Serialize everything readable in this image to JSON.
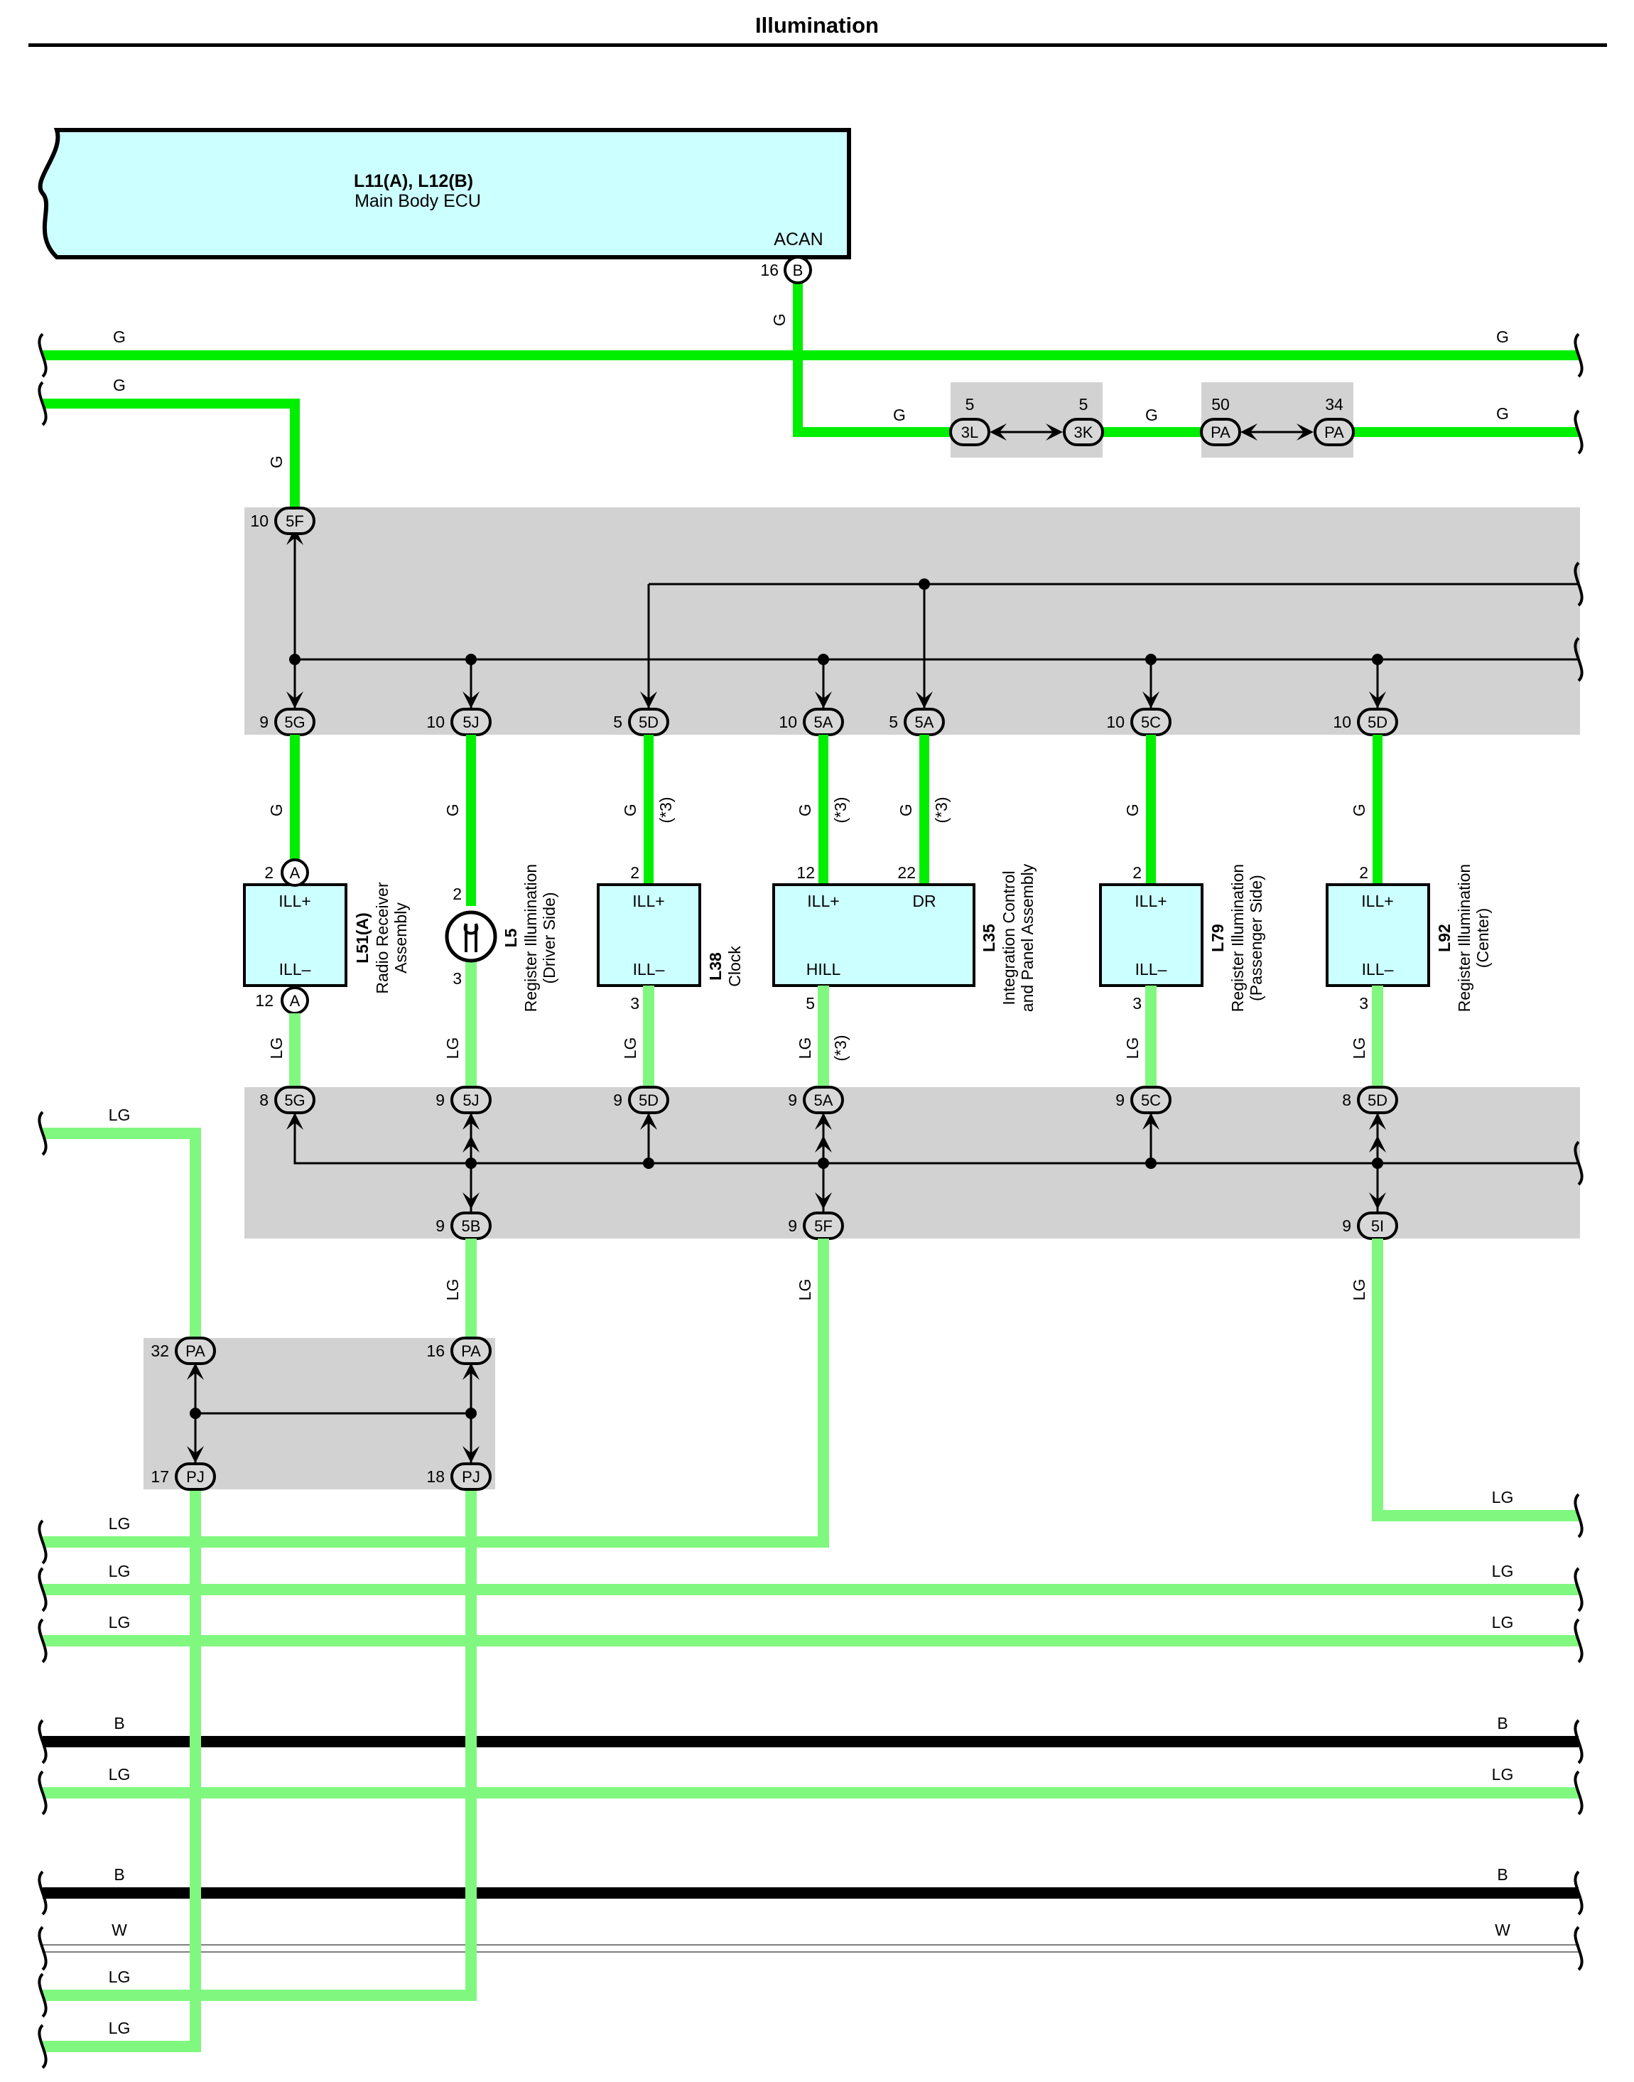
{
  "title": "Illumination",
  "colors": {
    "G": "#00ee00",
    "LG": "#80f880",
    "B": "#000000",
    "W": "#ffffff",
    "grey": "#d2d2d2",
    "ecu_fill": "#ccffff"
  },
  "ecu": {
    "id": "L11(A), L12(B)",
    "name": "Main Body ECU",
    "terminal": "ACAN",
    "pin": "16",
    "conn": "B"
  },
  "left_stubs": [
    {
      "id": "w_g1",
      "label": "G"
    },
    {
      "id": "w_g2",
      "label": "G"
    },
    {
      "id": "w_lg0",
      "label": "LG"
    },
    {
      "id": "w_lg1",
      "label": "LG"
    },
    {
      "id": "w_lg2",
      "label": "LG"
    },
    {
      "id": "w_lg3",
      "label": "LG"
    },
    {
      "id": "w_b1",
      "label": "B"
    },
    {
      "id": "w_lg4",
      "label": "LG"
    },
    {
      "id": "w_b2",
      "label": "B"
    },
    {
      "id": "w_w",
      "label": "W"
    },
    {
      "id": "w_lg5",
      "label": "LG"
    },
    {
      "id": "w_lg6",
      "label": "LG"
    }
  ],
  "right_stubs": [
    {
      "id": "w_g1",
      "label": "G"
    },
    {
      "id": "w_g3",
      "label": "G"
    },
    {
      "id": "w_lg7",
      "label": "LG"
    },
    {
      "id": "w_lg2",
      "label": "LG"
    },
    {
      "id": "w_lg3",
      "label": "LG"
    },
    {
      "id": "w_b1",
      "label": "B"
    },
    {
      "id": "w_lg4",
      "label": "LG"
    },
    {
      "id": "w_b2",
      "label": "B"
    },
    {
      "id": "w_w",
      "label": "W"
    }
  ],
  "wire_labels": [
    {
      "id": "ecu_down",
      "label": "G"
    },
    {
      "id": "to_3l",
      "label": "G"
    },
    {
      "id": "to_pa",
      "label": "G"
    },
    {
      "id": "to_5f",
      "label": "G"
    },
    {
      "id": "lg_5b",
      "label": "LG"
    },
    {
      "id": "lg_5f",
      "label": "LG"
    },
    {
      "id": "lg_5i",
      "label": "LG"
    }
  ],
  "inline_connectors": [
    {
      "id": "3L",
      "label": "3L",
      "pin": "5"
    },
    {
      "id": "3K",
      "label": "3K",
      "pin": "5"
    },
    {
      "id": "PA50",
      "label": "PA",
      "pin": "50"
    },
    {
      "id": "PA34",
      "label": "PA",
      "pin": "34"
    }
  ],
  "top_junction": [
    {
      "id": "5F",
      "label": "5F",
      "pin": "10"
    },
    {
      "id": "5G",
      "label": "5G",
      "pin": "9"
    },
    {
      "id": "5J",
      "label": "5J",
      "pin": "10"
    },
    {
      "id": "5D",
      "label": "5D",
      "pin": "5"
    },
    {
      "id": "5A1",
      "label": "5A",
      "pin": "10"
    },
    {
      "id": "5A2",
      "label": "5A",
      "pin": "5"
    },
    {
      "id": "5C",
      "label": "5C",
      "pin": "10"
    },
    {
      "id": "5D2",
      "label": "5D",
      "pin": "10"
    }
  ],
  "bottom_junction": [
    {
      "id": "5G",
      "label": "5G",
      "pin": "8"
    },
    {
      "id": "5J",
      "label": "5J",
      "pin": "9"
    },
    {
      "id": "5D",
      "label": "5D",
      "pin": "9"
    },
    {
      "id": "5A",
      "label": "5A",
      "pin": "9"
    },
    {
      "id": "5C",
      "label": "5C",
      "pin": "9"
    },
    {
      "id": "5D2",
      "label": "5D",
      "pin": "8"
    },
    {
      "id": "5B",
      "label": "5B",
      "pin": "9"
    },
    {
      "id": "5F",
      "label": "5F",
      "pin": "9"
    },
    {
      "id": "5I",
      "label": "5I",
      "pin": "9"
    }
  ],
  "pa_pj_junction": [
    {
      "id": "PA32",
      "label": "PA",
      "pin": "32"
    },
    {
      "id": "PA16",
      "label": "PA",
      "pin": "16"
    },
    {
      "id": "PJ17",
      "label": "PJ",
      "pin": "17"
    },
    {
      "id": "PJ18",
      "label": "PJ",
      "pin": "18"
    }
  ],
  "components": [
    {
      "id": "L51",
      "code": "L51(A)",
      "name_lines": [
        "Radio Receiver",
        "Assembly"
      ],
      "top_wire": "G",
      "bottom_wire": "LG",
      "top_pin": "2",
      "bottom_pin": "12",
      "top_conn": "A",
      "bottom_conn": "A",
      "terms": [
        "ILL+",
        "ILL–"
      ]
    },
    {
      "id": "L5",
      "code": "L5",
      "name_lines": [
        "Register Illumination",
        "(Driver Side)"
      ],
      "top_wire": "G",
      "bottom_wire": "LG",
      "top_pin": "2",
      "bottom_pin": "3"
    },
    {
      "id": "L38",
      "code": "L38",
      "name_lines": [
        "Clock"
      ],
      "top_wire": "G",
      "bottom_wire": "LG",
      "top_pin": "2",
      "bottom_pin": "3",
      "top_note": "(*3)",
      "terms": [
        "ILL+",
        "ILL–"
      ]
    },
    {
      "id": "L35",
      "code": "L35",
      "name_lines": [
        "Integration Control",
        "and Panel Assembly"
      ],
      "top_wire": "G",
      "top_wire2": "G",
      "bottom_wire": "LG",
      "top_pin": "12",
      "top_pin2": "22",
      "bottom_pin": "5",
      "top_note": "(*3)",
      "top_note2": "(*3)",
      "bottom_note": "(*3)",
      "terms": [
        "ILL+",
        "DR",
        "HILL"
      ]
    },
    {
      "id": "L79",
      "code": "L79",
      "name_lines": [
        "Register Illumination",
        "(Passenger Side)"
      ],
      "top_wire": "G",
      "bottom_wire": "LG",
      "top_pin": "2",
      "bottom_pin": "3",
      "terms": [
        "ILL+",
        "ILL–"
      ]
    },
    {
      "id": "L92",
      "code": "L92",
      "name_lines": [
        "Register Illumination",
        "(Center)"
      ],
      "top_wire": "G",
      "bottom_wire": "LG",
      "top_pin": "2",
      "bottom_pin": "3",
      "terms": [
        "ILL+",
        "ILL–"
      ]
    }
  ]
}
